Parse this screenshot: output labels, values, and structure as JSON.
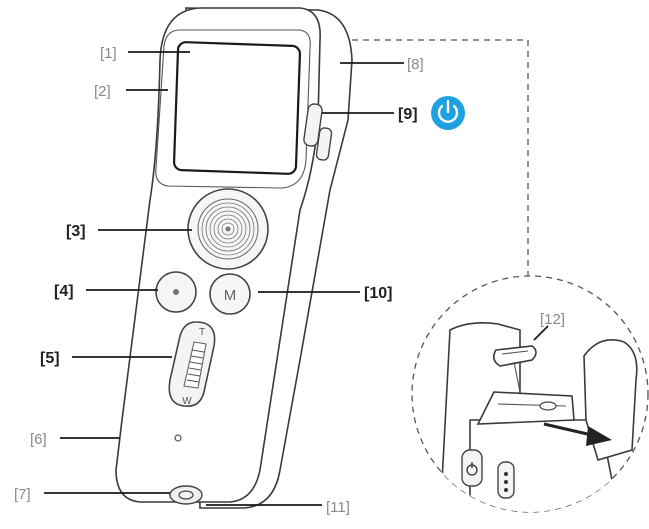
{
  "callouts": {
    "c1": "[1]",
    "c2": "[2]",
    "c3": "[3]",
    "c4": "[4]",
    "c5": "[5]",
    "c6": "[6]",
    "c7": "[7]",
    "c8": "[8]",
    "c9": "[9]",
    "c10": "[10]",
    "c11": "[11]",
    "c12": "[12]"
  },
  "slider_letters": {
    "top": "T",
    "bottom": "W"
  },
  "button_letters": {
    "mode": "M"
  },
  "icons": {
    "power_badge": "power-icon",
    "power_color": "#1fa0e0"
  }
}
